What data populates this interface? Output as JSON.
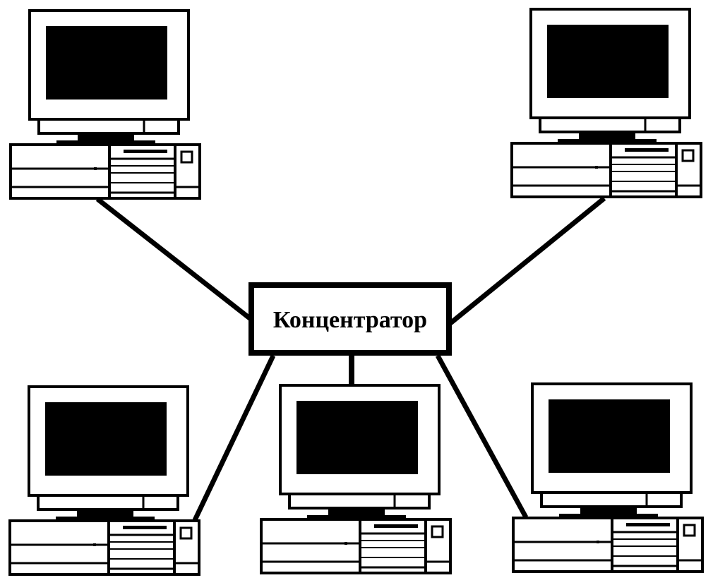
{
  "diagram": {
    "hub": {
      "label": "Концентратор"
    },
    "nodes": [
      {
        "id": "pc-top-left",
        "icon": "computer-icon"
      },
      {
        "id": "pc-top-right",
        "icon": "computer-icon"
      },
      {
        "id": "pc-bottom-left",
        "icon": "computer-icon"
      },
      {
        "id": "pc-bottom-center",
        "icon": "computer-icon"
      },
      {
        "id": "pc-bottom-right",
        "icon": "computer-icon"
      }
    ],
    "links": [
      {
        "from": "pc-top-left",
        "to": "hub"
      },
      {
        "from": "pc-top-right",
        "to": "hub"
      },
      {
        "from": "pc-bottom-left",
        "to": "hub"
      },
      {
        "from": "pc-bottom-center",
        "to": "hub"
      },
      {
        "from": "pc-bottom-right",
        "to": "hub"
      }
    ],
    "colors": {
      "stroke": "#000000",
      "background": "#ffffff",
      "screen": "#000000"
    }
  }
}
